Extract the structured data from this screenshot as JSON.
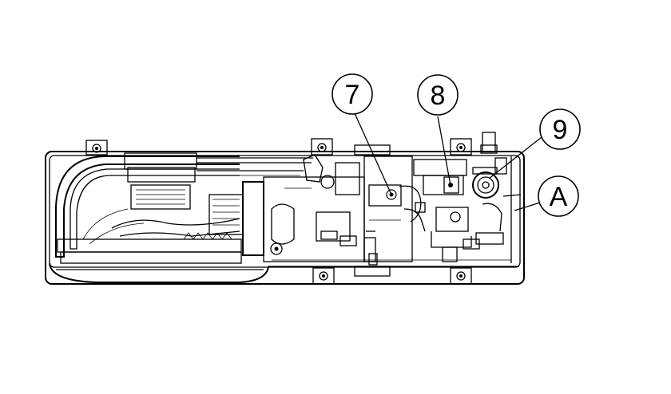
{
  "callouts": [
    {
      "id": "7",
      "label": "7"
    },
    {
      "id": "8",
      "label": "8"
    },
    {
      "id": "9",
      "label": "9"
    },
    {
      "id": "A",
      "label": "A"
    }
  ]
}
